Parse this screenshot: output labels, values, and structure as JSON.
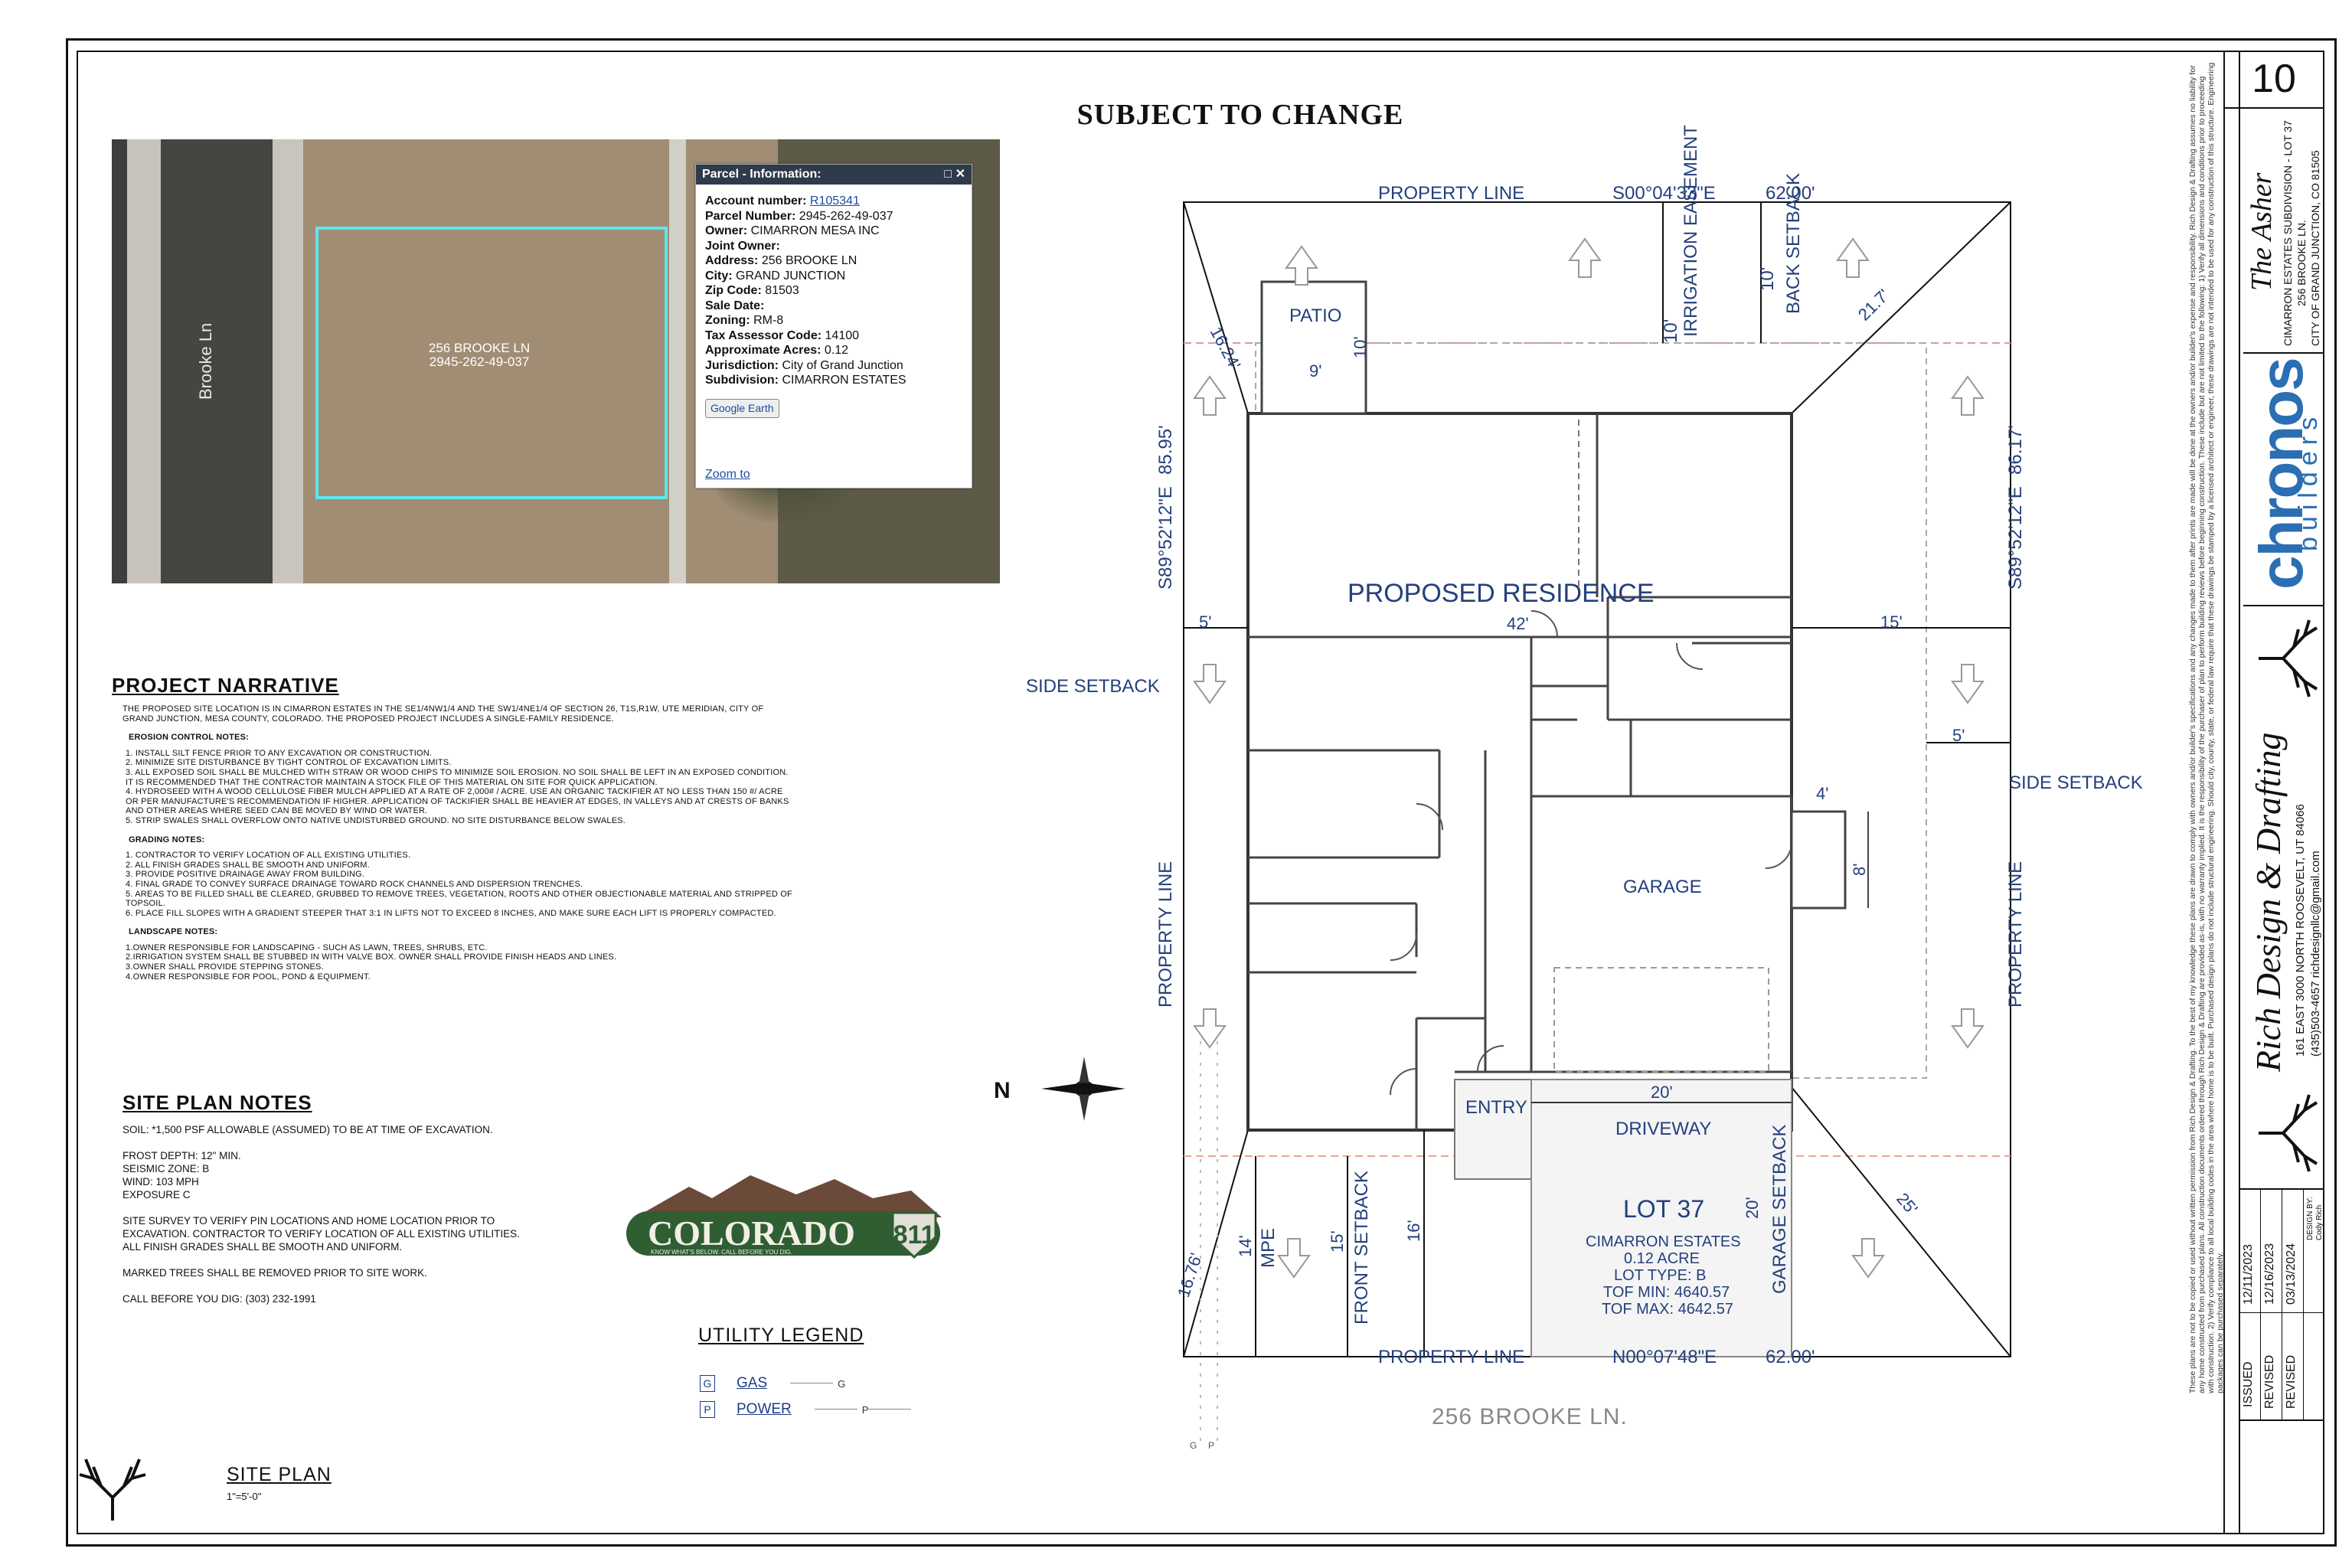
{
  "sheet": {
    "number": "10",
    "title": "SUBJECT TO CHANGE"
  },
  "parcel_popup": {
    "header": "Parcel - Information:",
    "fields": [
      {
        "label": "Account number:",
        "value": "R105341",
        "link": true
      },
      {
        "label": "Parcel Number:",
        "value": "2945-262-49-037"
      },
      {
        "label": "Owner:",
        "value": "CIMARRON MESA INC"
      },
      {
        "label": "Joint Owner:",
        "value": ""
      },
      {
        "label": "Address:",
        "value": "256 BROOKE LN"
      },
      {
        "label": "City:",
        "value": "GRAND JUNCTION"
      },
      {
        "label": "Zip Code:",
        "value": "81503"
      },
      {
        "label": "Sale Date:",
        "value": ""
      },
      {
        "label": "Zoning:",
        "value": "RM-8"
      },
      {
        "label": "Tax Assessor Code:",
        "value": "14100"
      },
      {
        "label": "Approximate Acres:",
        "value": "0.12"
      },
      {
        "label": "Jurisdiction:",
        "value": "City of Grand Junction"
      },
      {
        "label": "Subdivision:",
        "value": "CIMARRON ESTATES"
      }
    ],
    "google_earth": "Google Earth",
    "zoom_to": "Zoom to"
  },
  "aerial": {
    "street": "Brooke Ln",
    "parcel_line1": "256 BROOKE LN",
    "parcel_line2": "2945-262-49-037"
  },
  "narrative": {
    "title": "PROJECT NARRATIVE",
    "intro": "THE PROPOSED SITE LOCATION IS IN CIMARRON ESTATES IN THE SE1/4NW1/4 AND THE SW1/4NE1/4 OF SECTION 26, T1S,R1W, UTE MERIDIAN, CITY OF GRAND JUNCTION, MESA COUNTY, COLORADO. THE PROPOSED PROJECT INCLUDES A SINGLE-FAMILY RESIDENCE.",
    "erosion_title": "EROSION CONTROL NOTES:",
    "erosion": [
      "1. INSTALL SILT FENCE PRIOR TO ANY EXCAVATION OR CONSTRUCTION.",
      "2. MINIMIZE SITE DISTURBANCE BY TIGHT CONTROL OF EXCAVATION LIMITS.",
      "3. ALL EXPOSED SOIL SHALL BE MULCHED WITH STRAW OR WOOD CHIPS TO MINIMIZE SOIL EROSION. NO SOIL SHALL BE LEFT IN AN EXPOSED CONDITION. IT IS RECOMMENDED THAT THE CONTRACTOR MAINTAIN A STOCK FILE OF THIS MATERIAL ON SITE FOR QUICK APPLICATION.",
      "4. HYDROSEED WITH A WOOD CELLULOSE FIBER MULCH APPLIED AT A RATE OF 2,000# / ACRE. USE AN ORGANIC TACKIFIER AT NO LESS THAN 150 #/ ACRE OR PER MANUFACTURE'S RECOMMENDATION IF HIGHER. APPLICATION OF TACKIFIER SHALL BE HEAVIER AT EDGES, IN VALLEYS AND AT CRESTS OF BANKS AND OTHER AREAS WHERE SEED CAN BE MOVED BY WIND OR WATER.",
      "5. STRIP SWALES SHALL OVERFLOW ONTO NATIVE UNDISTURBED GROUND. NO SITE DISTURBANCE BELOW SWALES."
    ],
    "grading_title": "GRADING NOTES:",
    "grading": [
      "1. CONTRACTOR TO VERIFY LOCATION OF ALL EXISTING UTILITIES.",
      "2. ALL FINISH GRADES SHALL BE SMOOTH AND UNIFORM.",
      "3. PROVIDE POSITIVE DRAINAGE AWAY FROM BUILDING.",
      "4. FINAL GRADE TO CONVEY SURFACE DRAINAGE TOWARD ROCK CHANNELS AND DISPERSION TRENCHES.",
      "5. AREAS TO BE FILLED SHALL BE CLEARED, GRUBBED TO REMOVE TREES, VEGETATION, ROOTS AND OTHER OBJECTIONABLE MATERIAL AND STRIPPED OF TOPSOIL.",
      "6. PLACE FILL SLOPES WITH A GRADIENT STEEPER THAT 3:1 IN LIFTS NOT TO EXCEED 8 INCHES, AND MAKE SURE EACH LIFT IS PROPERLY COMPACTED."
    ],
    "landscape_title": "LANDSCAPE NOTES:",
    "landscape": [
      "1.OWNER RESPONSIBLE FOR LANDSCAPING - SUCH AS LAWN, TREES, SHRUBS, ETC.",
      "2.IRRIGATION SYSTEM SHALL BE STUBBED IN WITH VALVE BOX. OWNER SHALL PROVIDE FINISH HEADS AND LINES.",
      "3.OWNER SHALL PROVIDE STEPPING STONES.",
      "4.OWNER RESPONSIBLE FOR POOL, POND & EQUIPMENT."
    ]
  },
  "site_notes": {
    "title": "SITE PLAN NOTES",
    "paragraphs": [
      "SOIL: *1,500 PSF ALLOWABLE (ASSUMED) TO BE AT TIME OF EXCAVATION.",
      "FROST DEPTH: 12\" MIN.\nSEISMIC ZONE: B\nWIND: 103 MPH\nEXPOSURE C",
      "SITE SURVEY TO VERIFY PIN LOCATIONS AND HOME LOCATION PRIOR TO EXCAVATION. CONTRACTOR TO VERIFY LOCATION OF ALL EXISTING UTILITIES. ALL FINISH GRADES SHALL BE SMOOTH AND UNIFORM.",
      "MARKED TREES SHALL BE REMOVED PRIOR TO SITE WORK.",
      "CALL BEFORE YOU DIG: (303) 232-1991"
    ]
  },
  "logo811": {
    "text": "COLORADO",
    "number": "811",
    "tagline": "KNOW WHAT'S BELOW. CALL BEFORE YOU DIG."
  },
  "legend": {
    "title": "UTILITY LEGEND",
    "items": [
      {
        "code": "G",
        "label": "GAS",
        "line_code": "G"
      },
      {
        "code": "P",
        "label": "POWER",
        "line_code": "P"
      }
    ]
  },
  "site_plan_title": {
    "title": "SITE PLAN",
    "scale": "1\"=5'-0\""
  },
  "plan": {
    "property_line_top": "PROPERTY LINE",
    "bearing_top": "S00°04'33\"E",
    "dim_top": "62.00'",
    "irrigation_easement": "IRRIGATION EASEMENT",
    "back_setback": "BACK SETBACK",
    "ten_a": "10'",
    "ten_b": "10'",
    "patio": "PATIO",
    "patio_w": "9'",
    "patio_h": "10'",
    "diag_top_left": "16.24'",
    "diag_top_right": "21.7'",
    "bearing_left": "S89°52'12\"E",
    "dim_left": "85.95'",
    "bearing_right": "S89°52'12\"E",
    "dim_right": "86.17'",
    "proposed_residence": "PROPOSED RESIDENCE",
    "dim_5_left": "5'",
    "dim_42": "42'",
    "dim_15": "15'",
    "side_setback_left": "SIDE SETBACK",
    "side_setback_right": "SIDE SETBACK",
    "dim_5_right": "5'",
    "dim_4": "4'",
    "dim_8": "8'",
    "garage": "GARAGE",
    "property_line_left": "PROPERTY LINE",
    "property_line_right": "PROPERTY LINE",
    "entry": "ENTRY",
    "dim_20": "20'",
    "driveway": "DRIVEWAY",
    "lot_title": "LOT 37",
    "lot_lines": [
      "CIMARRON ESTATES",
      "0.12 ACRE",
      "LOT TYPE: B",
      "TOF MIN: 4640.57",
      "TOF MAX: 4642.57"
    ],
    "dim_20_vert": "20'",
    "garage_setback": "GARAGE SETBACK",
    "diag_bottom_left": "16.76'",
    "diag_bottom_right": "25'",
    "dim_14": "14'",
    "mpe": "MPE",
    "dim_15_front": "15'",
    "front_setback": "FRONT SETBACK",
    "dim_16": "16'",
    "property_line_bottom": "PROPERTY LINE",
    "bearing_bottom": "N00°07'48\"E",
    "dim_bottom": "62.00'",
    "street_footer": "256 BROOKE LN.",
    "north": "N",
    "gp_g": "G",
    "gp_p": "P"
  },
  "title_block": {
    "disclaimer": "These plans are not to be copied or used without written permission from Rich Design & Drafting. To the best of my knowledge these plans are drawn to comply with owners and/or builder's specifications and any changes made to them after prints are made will be done at the owners and/or builder's expense and responsibility. Rich Design & Drafting assumes no liability for any home constructed from purchased plans. All construction documents ordered through Rich Design & Drafting are provided as-is, with no warranty implied. It is the responsibility of the purchaser of plan to perform building reviews before beginning construction. These include but are not limited to the following: 1) Verify all dimensions and conditions prior to proceeding with construction. 2) Verify compliance to all local building codes in the area where home is to be built. Purchased design plans do not include structural engineering. Should city, county, state, or federal law require that these drawings be stamped by a licensed architect or engineer, these drawings are not intended to be used for any construction of this structure. Engineering packages can be purchased separately.",
    "project_title": "The Asher",
    "project_lines": [
      "CIMARRON ESTATES SUBDIVISION - LOT 37",
      "256 BROOKE LN.",
      "CITY OF GRAND JUNCTION, CO 81505"
    ],
    "builder_name": "chronos",
    "builder_sub": "builders",
    "drafting_name": "Rich Design & Drafting",
    "drafting_addr": [
      "161 EAST 3000 NORTH ROOSEVELT, UT 84066",
      "(435)503-4657 richdesignllc@gmail.com"
    ],
    "revisions": [
      {
        "label": "ISSUED",
        "date": "12/11/2023"
      },
      {
        "label": "REVISED",
        "date": "12/16/2023"
      },
      {
        "label": "REVISED",
        "date": "03/13/2024"
      }
    ],
    "design_by": "DESIGN BY:",
    "design_name": "Cody Rich"
  }
}
